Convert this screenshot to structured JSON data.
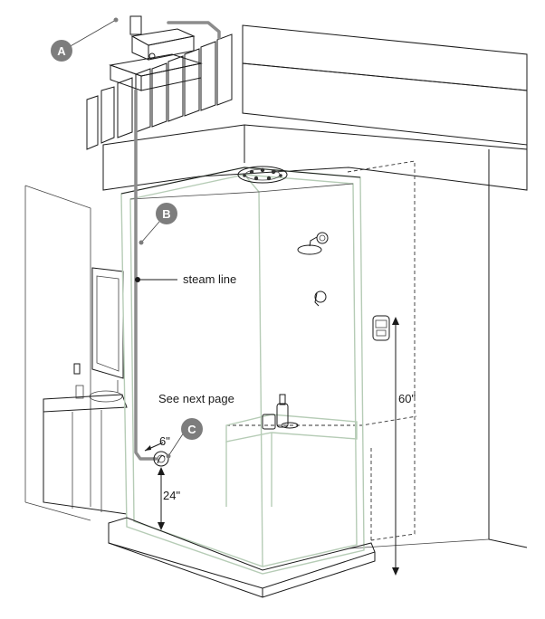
{
  "callouts": {
    "a": "A",
    "b": "B",
    "c": "C"
  },
  "labels": {
    "steam_line": "steam line",
    "see_next_page": "See next page",
    "dim_6": "6\"",
    "dim_24": "24\"",
    "dim_60": "60\""
  },
  "colors": {
    "callout_badge": "#7d7d7d",
    "steam_pipe": "#8c8c8c",
    "glass_edge": "#b6ccb6"
  },
  "icons": {
    "ceiling_steam_head": "steam-head-icon",
    "shower_head": "shower-head-icon",
    "shower_valve": "shower-valve-icon",
    "control_panel": "control-panel-icon",
    "steam_generator": "steam-generator-icon"
  }
}
